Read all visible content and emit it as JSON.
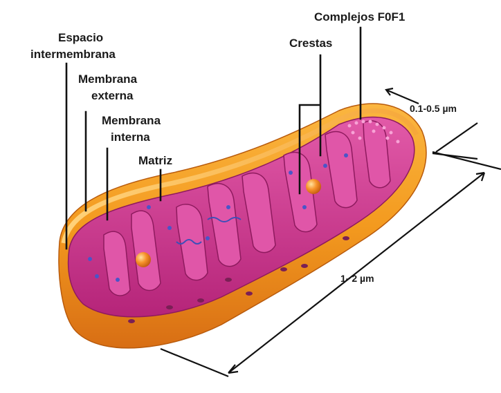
{
  "labels": {
    "espacio_line1": "Espacio",
    "espacio_line2": "intermembrana",
    "membrana_ext_line1": "Membrana",
    "membrana_ext_line2": "externa",
    "membrana_int_line1": "Membrana",
    "membrana_int_line2": "interna",
    "matriz": "Matriz",
    "crestas": "Crestas",
    "complejos": "Complejos F0F1"
  },
  "dimensions": {
    "width": "0.1-0.5 µm",
    "length": "1- 2 µm"
  },
  "colors": {
    "outer_membrane": "#f39a1f",
    "outer_membrane_dark": "#d9741a",
    "inner_membrane": "#c22a86",
    "matrix": "#d13c95",
    "particle": "#4a55c8"
  }
}
